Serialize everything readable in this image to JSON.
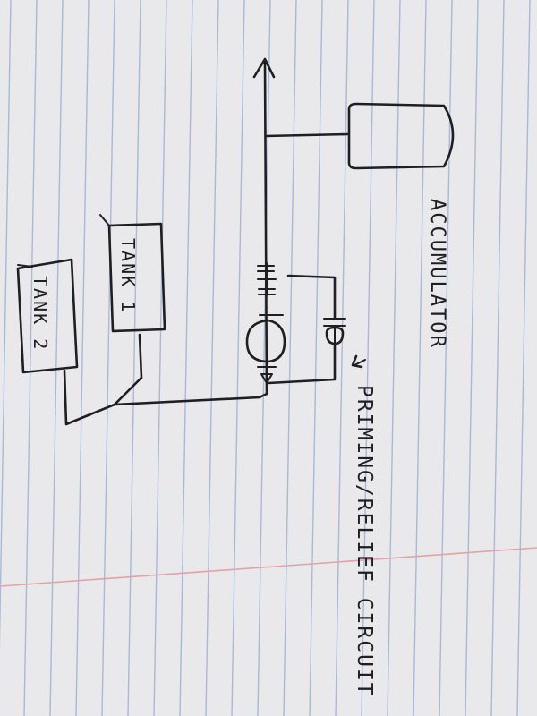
{
  "labels": {
    "accumulator": "ACCUMULATOR",
    "circuit": "PRIMING/RELIEF CIRCUIT",
    "tank1": "TANK 1",
    "tank2": "TANK 2"
  },
  "colors": {
    "paper": "#e9e8ea",
    "rule_line": "#a9b9d8",
    "margin_line": "#e2a3a8",
    "ink": "#1f1f22"
  }
}
